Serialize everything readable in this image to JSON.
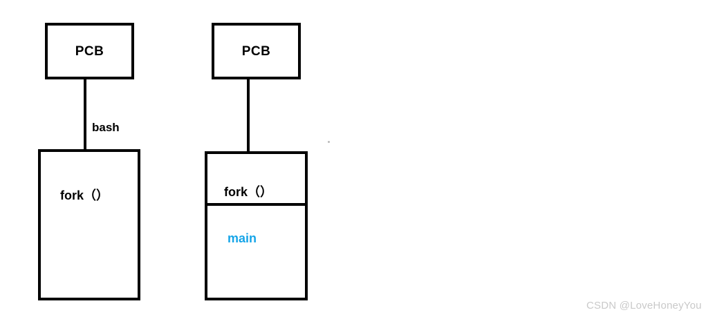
{
  "diagram": {
    "title": "fork process diagram",
    "colors": {
      "stroke": "#000000",
      "background": "#ffffff",
      "accent": "#16a5e8",
      "watermark": "#c9c9c9"
    },
    "groups": [
      {
        "id": "left",
        "pcb_label": "PCB",
        "edge_label": "bash",
        "sections": [
          {
            "id": "left-fork",
            "label": "fork（）",
            "accent": false
          }
        ]
      },
      {
        "id": "right",
        "pcb_label": "PCB",
        "edge_label": "",
        "sections": [
          {
            "id": "right-fork",
            "label": "fork（）",
            "accent": false
          },
          {
            "id": "right-main",
            "label": "main",
            "accent": true
          }
        ]
      }
    ]
  },
  "watermark": {
    "text": "CSDN @LoveHoneyYou"
  }
}
